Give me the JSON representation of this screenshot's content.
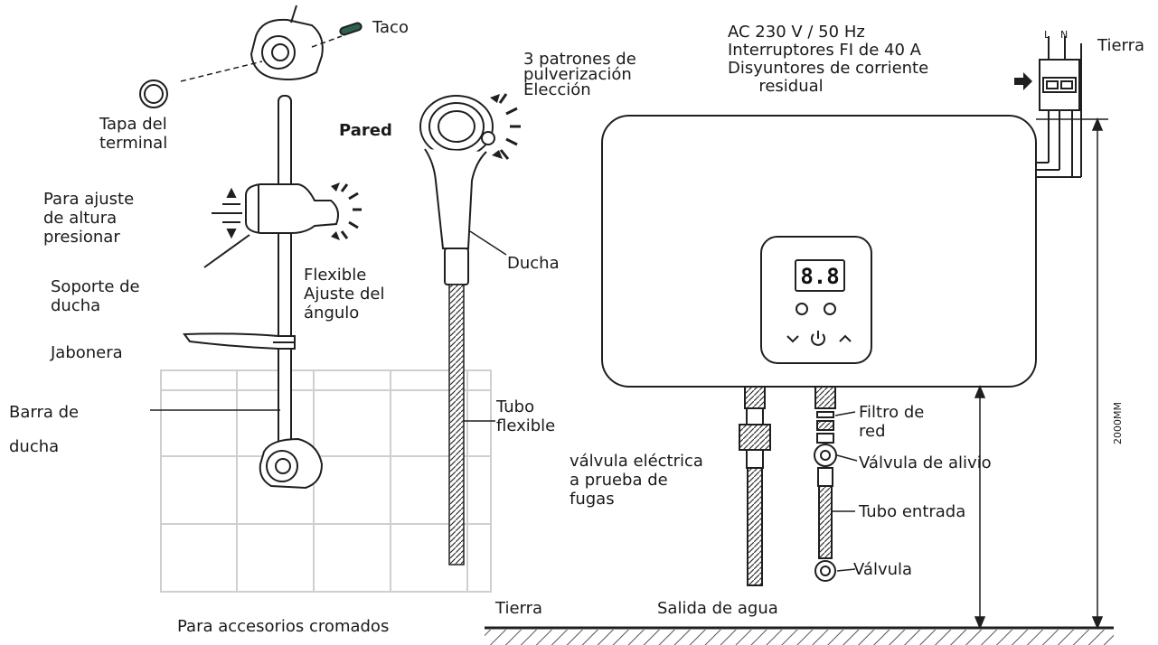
{
  "colors": {
    "line": "#1f1f1f",
    "tile": "#d4d4d4",
    "accent_green": "#2f5f52"
  },
  "labels": {
    "taco": "Taco",
    "tapa_del_terminal": "Tapa del\nterminal",
    "para_ajuste": "Para ajuste\nde altura\npresionar",
    "soporte_de_ducha": "Soporte de\nducha",
    "jabonera": "Jabonera",
    "barra_de_ducha_1": "Barra de",
    "barra_de_ducha_2": "ducha",
    "flexible_ajuste": "Flexible\nAjuste del\nángulo",
    "pared": "Pared",
    "patrones": "3 patrones de\npulverización\nElección",
    "ducha": "Ducha",
    "tubo_flexible": "Tubo\nflexible",
    "valvula_electrica": "válvula eléctrica\na prueba de\nfugas",
    "filtro_de_red": "Filtro de\nred",
    "valvula_de_alivio": "Válvula de alivio",
    "tubo_entrada": "Tubo entrada",
    "valvula": "Válvula",
    "tierra_floor": "Tierra",
    "salida_de_agua": "Salida de agua",
    "para_accesorios": "Para accesorios cromados",
    "ac_spec": "AC 230 V / 50 Hz\nInterruptores FI de 40 A\nDisyuntores de corriente\n      residual",
    "tierra_top": "Tierra",
    "dimension": "2000MM",
    "display_value": "8.8",
    "breaker_l": "L",
    "breaker_n": "N"
  },
  "icons": [
    "power-icon",
    "chevron-up-icon",
    "chevron-down-icon",
    "arrow-right-icon"
  ]
}
